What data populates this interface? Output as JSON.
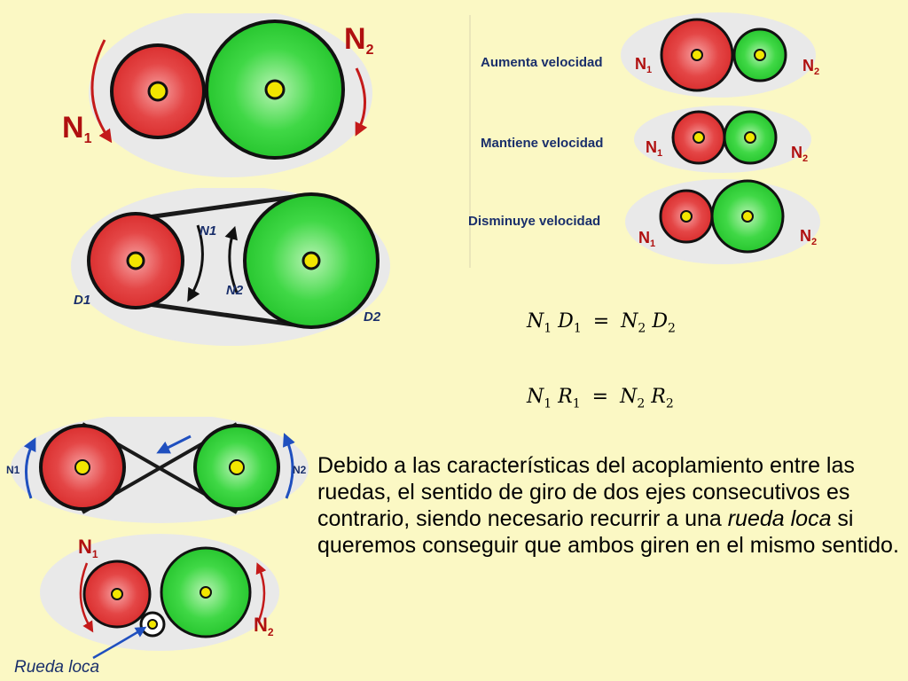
{
  "gears_top": {
    "n1": "N",
    "n1_sub": "1",
    "n2": "N",
    "n2_sub": "2"
  },
  "belt": {
    "n1": "N1",
    "n2": "N2",
    "d1": "D1",
    "d2": "D2"
  },
  "ratios": [
    {
      "label": "Aumenta velocidad",
      "n1": "N",
      "n1_sub": "1",
      "n2": "N",
      "n2_sub": "2"
    },
    {
      "label": "Mantiene velocidad",
      "n1": "N",
      "n1_sub": "1",
      "n2": "N",
      "n2_sub": "2"
    },
    {
      "label": "Disminuye velocidad",
      "n1": "N",
      "n1_sub": "1",
      "n2": "N",
      "n2_sub": "2"
    }
  ],
  "equations": {
    "eq1": {
      "a": "N",
      "a_sub": "1",
      "b": "D",
      "b_sub": "1",
      "op": "=",
      "c": "N",
      "c_sub": "2",
      "d": "D",
      "d_sub": "2"
    },
    "eq2": {
      "a": "N",
      "a_sub": "1",
      "b": "R",
      "b_sub": "1",
      "op": "=",
      "c": "N",
      "c_sub": "2",
      "d": "R",
      "d_sub": "2"
    }
  },
  "crossed": {
    "n1": "N1",
    "n2": "N2"
  },
  "idler": {
    "n1": "N",
    "n1_sub": "1",
    "n2": "N",
    "n2_sub": "2",
    "label": "Rueda loca"
  },
  "paragraph": {
    "part1": "Debido a las características del acoplamiento entre las ruedas, el sentido de giro de dos ejes consecutivos es contrario, siendo necesario recurrir a una ",
    "italic": "rueda loca",
    "part2": " si queremos conseguir que ambos giren en el mismo sentido."
  },
  "colors": {
    "red": "#e23a3a",
    "green": "#2ecf3a",
    "axle": "#f2e600",
    "arrow_red": "#c41a1a",
    "arrow_blue": "#1f4fbf",
    "label_red": "#b01010"
  }
}
